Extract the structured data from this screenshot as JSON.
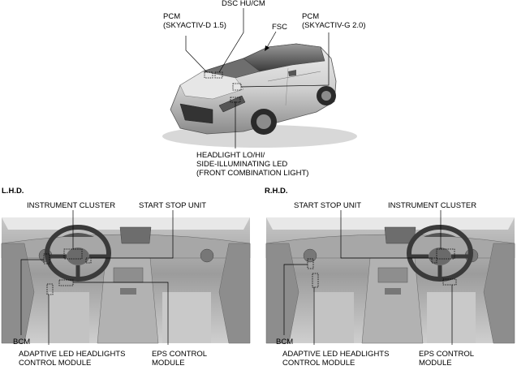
{
  "car": {
    "labels": {
      "dsc_hu_cm": "DSC HU/CM",
      "pcm_diesel": [
        "PCM",
        "(SKYACTIV-D 1.5)"
      ],
      "fsc": "FSC",
      "pcm_gas": [
        "PCM",
        "(SKYACTIV-G 2.0)"
      ],
      "headlight": [
        "HEADLIGHT LO/HI/",
        "SIDE-ILLUMINATING LED",
        "(FRONT COMBINATION LIGHT)"
      ]
    }
  },
  "lhd": {
    "title": "L.H.D.",
    "instrument_cluster": "INSTRUMENT CLUSTER",
    "start_stop_unit": "START STOP UNIT",
    "bcm": "BCM",
    "adaptive_led": [
      "ADAPTIVE LED HEADLIGHTS",
      "CONTROL MODULE"
    ],
    "eps": [
      "EPS CONTROL",
      "MODULE"
    ]
  },
  "rhd": {
    "title": "R.H.D.",
    "start_stop_unit": "START STOP UNIT",
    "instrument_cluster": "INSTRUMENT CLUSTER",
    "bcm": "BCM",
    "adaptive_led": [
      "ADAPTIVE LED HEADLIGHTS",
      "CONTROL MODULE"
    ],
    "eps": [
      "EPS CONTROL",
      "MODULE"
    ]
  }
}
